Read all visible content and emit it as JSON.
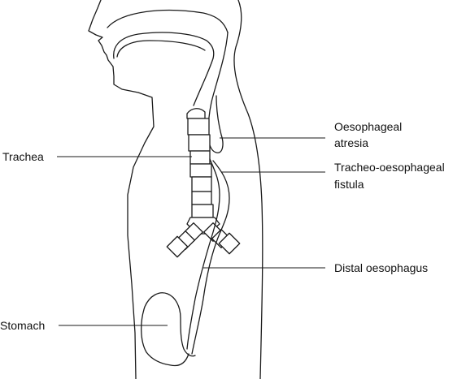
{
  "labels": {
    "atresia_line1": "Oesophageal",
    "atresia_line2": "atresia",
    "trachea": "Trachea",
    "fistula_line1": "Tracheo-oesophageal",
    "fistula_line2": "fistula",
    "distal": "Distal oesophagus",
    "stomach": "Stomach"
  },
  "colors": {
    "line": "#1a1a1a",
    "background": "#ffffff"
  }
}
